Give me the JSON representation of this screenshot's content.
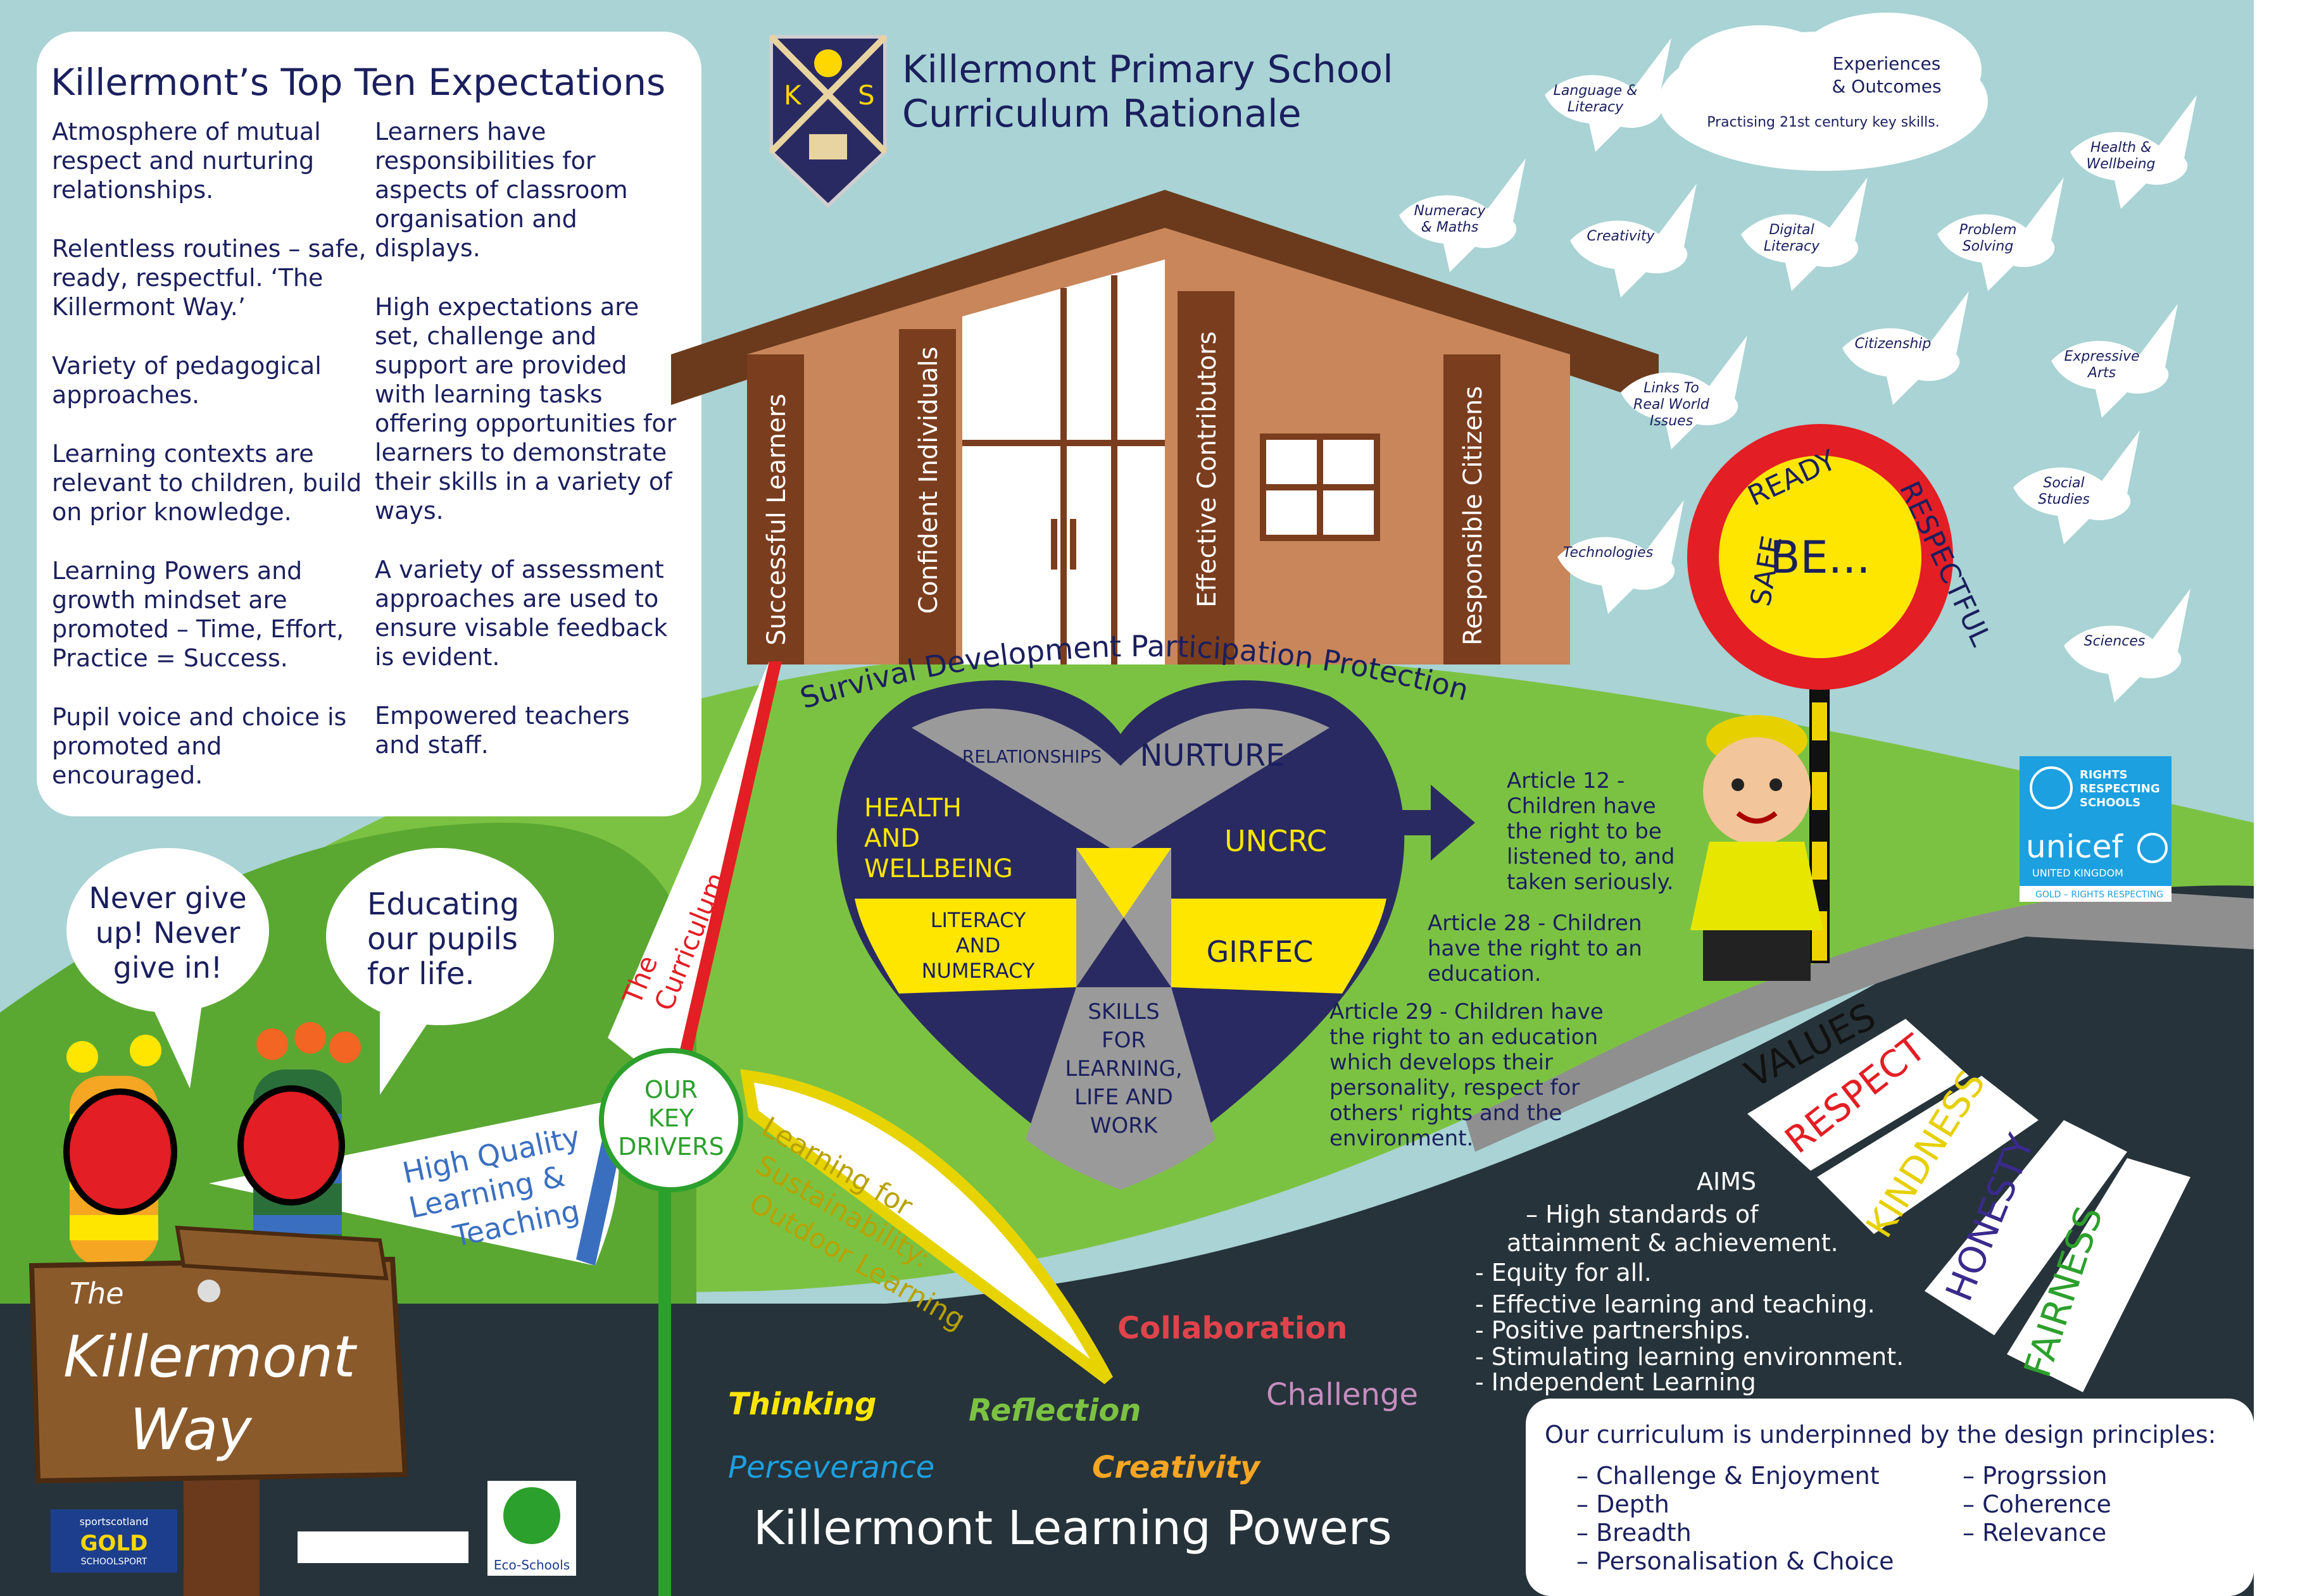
{
  "header": {
    "title_line1": "Killermont Primary School",
    "title_line2": "Curriculum Rationale",
    "crest_letters": [
      "K",
      "S"
    ]
  },
  "expectations": {
    "title": "Killermont’s Top Ten Expectations",
    "left": [
      "Atmosphere of mutual respect and nurturing relationships.",
      "Relentless routines – safe, ready, respectful. ‘The Killermont Way.’",
      "Variety of pedagogical approaches.",
      "Learning contexts are relevant to children, build on prior knowledge.",
      "Learning Powers and growth mindset are promoted – Time, Effort, Practice = Success.",
      "Pupil voice and choice is promoted and encouraged."
    ],
    "right": [
      "Learners have responsibilities for aspects of classroom organisation and displays.",
      "High expectations are set, challenge and support are provided with learning tasks offering opportunities for learners to demonstrate their skills in a variety of ways.",
      "A variety of assessment approaches are used to ensure visable feedback is evident.",
      "Empowered teachers and staff."
    ]
  },
  "house": {
    "pillars": [
      "Successful Learners",
      "Confident Individuals",
      "Effective Contributors",
      "Responsible Citizens"
    ]
  },
  "cloud": {
    "title_line1": "Experiences",
    "title_line2": "& Outcomes",
    "subtitle": "Practising 21st century key skills."
  },
  "birds": [
    {
      "l1": "Language &",
      "l2": "Literacy"
    },
    {
      "l1": "Health &",
      "l2": "Wellbeing"
    },
    {
      "l1": "Numeracy",
      "l2": "& Maths"
    },
    {
      "l1": "Creativity",
      "l2": ""
    },
    {
      "l1": "Digital",
      "l2": "Literacy"
    },
    {
      "l1": "Problem",
      "l2": "Solving"
    },
    {
      "l1": "Citizenship",
      "l2": ""
    },
    {
      "l1": "Expressive",
      "l2": "Arts"
    },
    {
      "l1": "Links To",
      "l2": "Real World",
      "l3": "Issues"
    },
    {
      "l1": "Social",
      "l2": "Studies"
    },
    {
      "l1": "Technologies",
      "l2": ""
    },
    {
      "l1": "Sciences",
      "l2": ""
    }
  ],
  "lollipop": {
    "center": "BE...",
    "words": [
      "SAFE",
      "READY",
      "RESPECTFUL"
    ]
  },
  "unicef": {
    "line1": "RIGHTS",
    "line2": "RESPECTING",
    "line3": "SCHOOLS",
    "brand": "unicef",
    "country": "UNITED KINGDOM",
    "award": "GOLD – RIGHTS RESPECTING"
  },
  "arc_text": "Survival Development Participation Protection",
  "heart": {
    "relationships": "RELATIONSHIPS",
    "nurture": "NURTURE",
    "health_l1": "HEALTH",
    "health_l2": "AND",
    "health_l3": "WELLBEING",
    "uncrc": "UNCRC",
    "literacy_l1": "LITERACY",
    "literacy_l2": "AND",
    "literacy_l3": "NUMERACY",
    "girfec": "GIRFEC",
    "skills_l1": "SKILLS",
    "skills_l2": "FOR",
    "skills_l3": "LEARNING,",
    "skills_l4": "LIFE AND",
    "skills_l5": "WORK"
  },
  "articles": {
    "a12": [
      "Article 12 -",
      "Children have",
      "the right to be",
      "listened to, and",
      "taken seriously."
    ],
    "a28": [
      "Article 28 - Children",
      "have the right to an",
      "education."
    ],
    "a29": [
      "Article 29 - Children have",
      "the right to an education",
      "which develops their",
      "personality, respect for",
      "others' rights and the",
      "environment."
    ]
  },
  "speech": {
    "left": [
      "Never give",
      "up! Never",
      "give in!"
    ],
    "right": [
      "Educating",
      "our pupils",
      "for life."
    ]
  },
  "signpost": {
    "the": "The",
    "name1": "Killermont",
    "name2": "Way"
  },
  "drivers": {
    "hub_l1": "OUR",
    "hub_l2": "KEY",
    "hub_l3": "DRIVERS",
    "curriculum_l1": "The",
    "curriculum_l2": "Curriculum",
    "hq_l1": "High Quality",
    "hq_l2": "Learning &",
    "hq_l3": "Teaching",
    "sus_l1": "Learning for",
    "sus_l2": "Sustainability:",
    "sus_l3": "Outdoor Learning"
  },
  "values": {
    "label": "VALUES",
    "items": [
      "RESPECT",
      "KINDNESS",
      "HONESTY",
      "FAIRNESS"
    ]
  },
  "aims": {
    "label": "AIMS",
    "items": [
      "– High standards of",
      "attainment & achievement.",
      "- Equity for all.",
      "- Effective learning and teaching.",
      "- Positive partnerships.",
      "- Stimulating learning environment.",
      "- Independent Learning"
    ]
  },
  "powers": {
    "title": "Killermont Learning Powers",
    "items": [
      "Collaboration",
      "Thinking",
      "Reflection",
      "Challenge",
      "Perseverance",
      "Creativity"
    ]
  },
  "design": {
    "title": "Our curriculum is underpinned by the design principles:",
    "left": [
      "– Challenge & Enjoyment",
      "– Depth",
      "– Breadth",
      "– Personalisation & Choice"
    ],
    "right": [
      "– Progrssion",
      "– Coherence",
      "– Relevance"
    ]
  },
  "badges": {
    "sport_l1": "sportscotland",
    "sport_l2": "GOLD",
    "sport_l3": "SCHOOLSPORT",
    "eco": "Eco-Schools"
  },
  "colors": {
    "sky": "#a9d3d4",
    "grass": "#7cc242",
    "road": "#26333a",
    "navy": "#2a2a62",
    "yellow": "#ffe600",
    "red": "#e31e24",
    "brown": "#7a3d1e"
  }
}
